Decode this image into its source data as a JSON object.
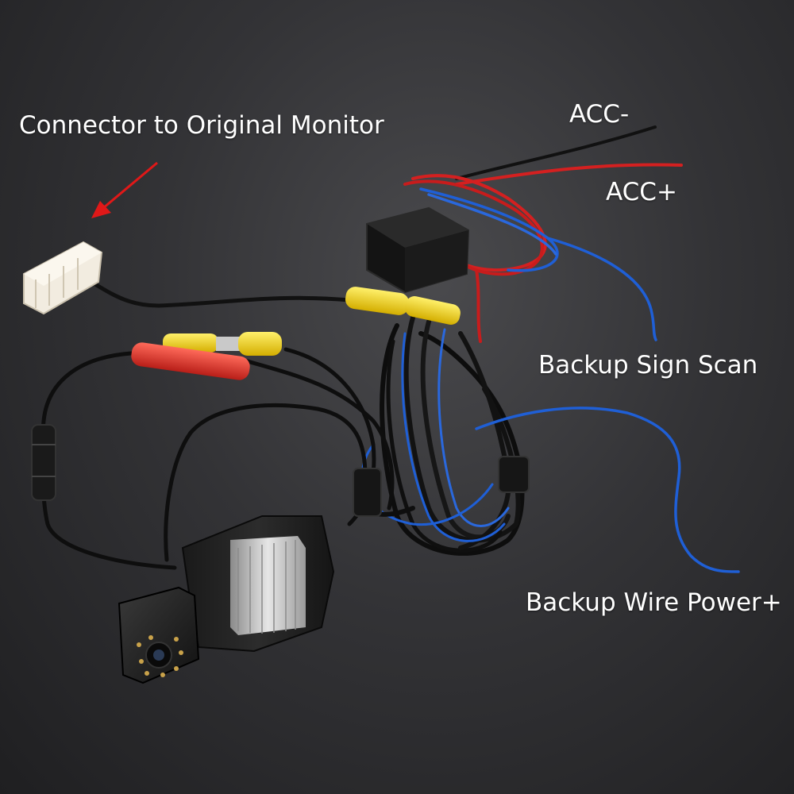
{
  "labels": {
    "connector": "Connector to Original Monitor",
    "acc_minus": "ACC-",
    "acc_plus": "ACC+",
    "backup_sign_scan": "Backup Sign Scan",
    "backup_wire_power": "Backup Wire Power+"
  },
  "colors": {
    "background": "#2f2f31",
    "arrow": "#e01818",
    "wire_red": "#d42020",
    "wire_blue": "#1f5fd6",
    "rca_yellow": "#f2d21a",
    "rca_red": "#e0332c",
    "connector_white": "#f2ece0"
  }
}
